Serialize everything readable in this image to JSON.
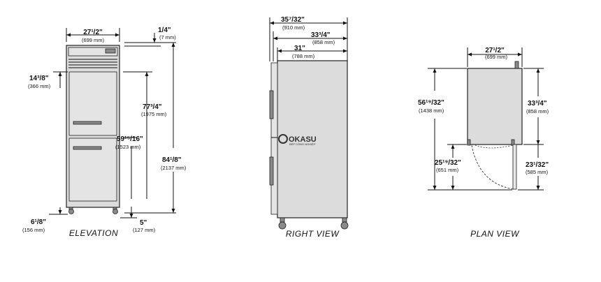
{
  "views": {
    "elevation": "ELEVATION",
    "right": "RIGHT VIEW",
    "plan": "PLAN VIEW"
  },
  "elevation": {
    "width_in": "27¹/2\"",
    "width_mm": "(699 mm)",
    "top_in": "1/4\"",
    "top_mm": "(7 mm)",
    "upper_door_in": "14³/8\"",
    "upper_door_mm": "(366 mm)",
    "door_top_in": "77³/4\"",
    "door_top_mm": "(1975 mm)",
    "mid_in": "59¹⁵/16\"",
    "mid_mm": "(1523 mm)",
    "overall_in": "84¹/8\"",
    "overall_mm": "(2137 mm)",
    "leg_in": "6¹/8\"",
    "leg_mm": "(156 mm)",
    "caster_in": "5\"",
    "caster_mm": "(127 mm)"
  },
  "right_view": {
    "overall_in": "35⁷/32\"",
    "overall_mm": "(910 mm)",
    "depth_in": "33³/4\"",
    "depth_mm": "(858 mm)",
    "body_in": "31\"",
    "body_mm": "(788 mm)",
    "watermark": "OKASU",
    "watermark_sub": "BẾP CÔNG NGHIỆP"
  },
  "plan_view": {
    "width_in": "27¹/2\"",
    "width_mm": "(699 mm)",
    "total_in": "56¹⁹/32\"",
    "total_mm": "(1438 mm)",
    "body_in": "33³/4\"",
    "body_mm": "(858 mm)",
    "swing_left_in": "25¹⁹/32\"",
    "swing_left_mm": "(651 mm)",
    "swing_right_in": "23¹/32\"",
    "swing_right_mm": "(585 mm)"
  }
}
